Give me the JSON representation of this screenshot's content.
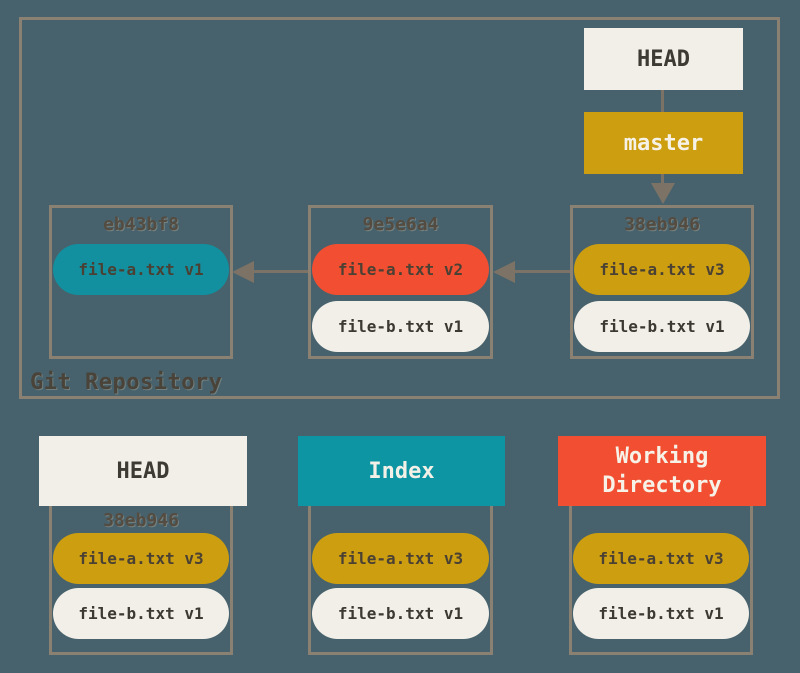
{
  "colors": {
    "background": "#47626C",
    "border": "#8A8173",
    "arrow": "#7C7366",
    "cream": "#F1EFE8",
    "gold": "#CC9E10",
    "teal_header": "#0D95A4",
    "teal_pill": "#12909F",
    "red": "#F24E31"
  },
  "repository": {
    "label": "Git Repository",
    "head": {
      "label": "HEAD"
    },
    "branch": {
      "label": "master"
    },
    "commits": [
      {
        "hash": "eb43bf8",
        "files": [
          {
            "label": "file-a.txt v1"
          }
        ]
      },
      {
        "hash": "9e5e6a4",
        "files": [
          {
            "label": "file-a.txt v2"
          },
          {
            "label": "file-b.txt v1"
          }
        ]
      },
      {
        "hash": "38eb946",
        "files": [
          {
            "label": "file-a.txt v3"
          },
          {
            "label": "file-b.txt v1"
          }
        ]
      }
    ]
  },
  "trees": [
    {
      "title": "HEAD",
      "hash": "38eb946",
      "files": [
        {
          "label": "file-a.txt v3"
        },
        {
          "label": "file-b.txt v1"
        }
      ]
    },
    {
      "title": "Index",
      "files": [
        {
          "label": "file-a.txt v3"
        },
        {
          "label": "file-b.txt v1"
        }
      ]
    },
    {
      "title": "Working\nDirectory",
      "title_line1": "Working",
      "title_line2": "Directory",
      "files": [
        {
          "label": "file-a.txt v3"
        },
        {
          "label": "file-b.txt v1"
        }
      ]
    }
  ]
}
